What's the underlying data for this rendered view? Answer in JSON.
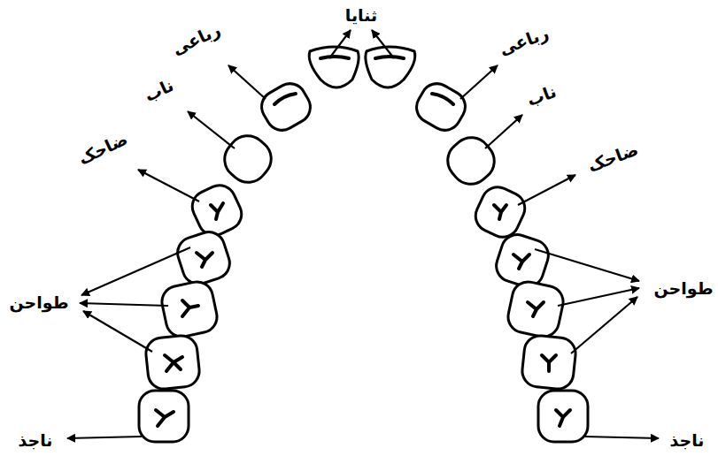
{
  "diagram": {
    "labels": [
      "ثنایا",
      "رباعی",
      "رباعی",
      "ناب",
      "ناب",
      "ضاحک",
      "ضاحک",
      "طواحن",
      "طواحن",
      "ناجذ",
      "ناجذ"
    ]
  }
}
